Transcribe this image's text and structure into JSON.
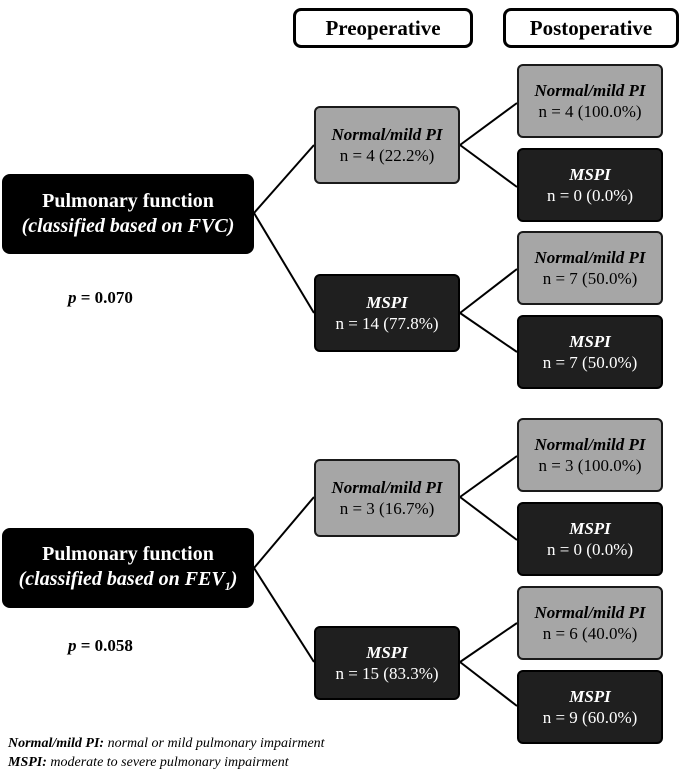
{
  "headers": {
    "pre": "Preoperative",
    "post": "Postoperative"
  },
  "trees": [
    {
      "root": {
        "line1": "Pulmonary function",
        "line2": "(classified based on FVC)",
        "line2_sub": ""
      },
      "p_label": "p",
      "p_value": "= 0.070",
      "pre": [
        {
          "title": "Normal/mild PI",
          "value": "n = 4 (22.2%)",
          "kind": "light"
        },
        {
          "title": "MSPI",
          "value": "n = 14 (77.8%)",
          "kind": "dark"
        }
      ],
      "post": [
        {
          "title": "Normal/mild PI",
          "value": "n = 4 (100.0%)",
          "kind": "light"
        },
        {
          "title": "MSPI",
          "value": "n = 0 (0.0%)",
          "kind": "dark"
        },
        {
          "title": "Normal/mild PI",
          "value": "n = 7 (50.0%)",
          "kind": "light"
        },
        {
          "title": "MSPI",
          "value": "n = 7 (50.0%)",
          "kind": "dark"
        }
      ]
    },
    {
      "root": {
        "line1": "Pulmonary function",
        "line2": "(classified based on FEV",
        "line2_sub": "1",
        "line2_end": ")"
      },
      "p_label": "p",
      "p_value": "= 0.058",
      "pre": [
        {
          "title": "Normal/mild PI",
          "value": "n = 3 (16.7%)",
          "kind": "light"
        },
        {
          "title": "MSPI",
          "value": "n = 15 (83.3%)",
          "kind": "dark"
        }
      ],
      "post": [
        {
          "title": "Normal/mild PI",
          "value": "n = 3 (100.0%)",
          "kind": "light"
        },
        {
          "title": "MSPI",
          "value": "n = 0 (0.0%)",
          "kind": "dark"
        },
        {
          "title": "Normal/mild PI",
          "value": "n = 6 (40.0%)",
          "kind": "light"
        },
        {
          "title": "MSPI",
          "value": "n = 9 (60.0%)",
          "kind": "dark"
        }
      ]
    }
  ],
  "legend": [
    {
      "term": "Normal/mild PI:",
      "definition": " normal or mild pulmonary impairment"
    },
    {
      "term": "MSPI:",
      "definition": " moderate to severe pulmonary impairment"
    }
  ]
}
